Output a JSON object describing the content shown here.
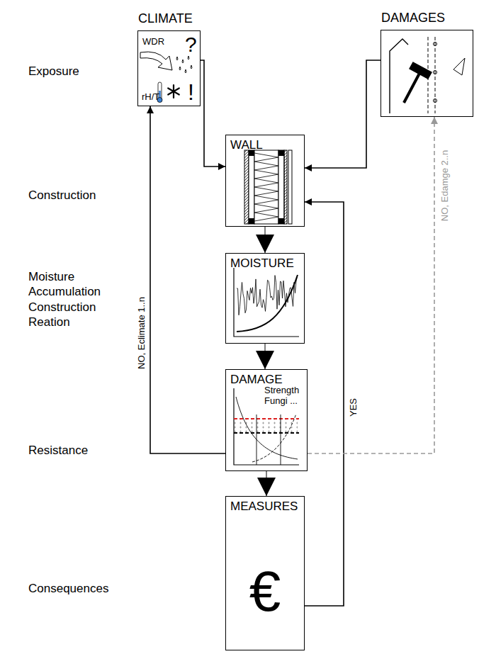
{
  "diagram": {
    "nodes": [
      {
        "text": [
          "CLIMATE",
          "WDR",
          "?",
          "rH/T",
          "!"
        ]
      },
      {
        "text": [
          "DAMAGES"
        ]
      },
      {
        "text": [
          "WALL"
        ]
      },
      {
        "text": [
          "MOISTURE"
        ]
      },
      {
        "text": [
          "DAMAGE",
          "Strength Fungi ..."
        ]
      },
      {
        "text": [
          "MEASURES",
          "€"
        ]
      }
    ],
    "edges": [
      {
        "from": 0,
        "to": 2,
        "arrow": "to"
      },
      {
        "from": 1,
        "to": 2,
        "arrow": "to"
      },
      {
        "from": 2,
        "to": 3,
        "arrow": "to"
      },
      {
        "from": 3,
        "to": 4,
        "arrow": "to"
      },
      {
        "from": 4,
        "to": 5,
        "arrow": "to"
      },
      {
        "from": 4,
        "to": 0,
        "label": "NO, Eclimate 1..n",
        "arrow": "to"
      },
      {
        "from": 5,
        "to": 2,
        "label": "YES",
        "arrow": "to"
      },
      {
        "from": 4,
        "to": 1,
        "label": "NO, Edamge 2..n",
        "arrow": "to"
      }
    ],
    "labels": [
      "Exposure",
      "Construction",
      "Moisture Accumulation Construction Reation",
      "Resistance",
      "Consequences"
    ]
  }
}
